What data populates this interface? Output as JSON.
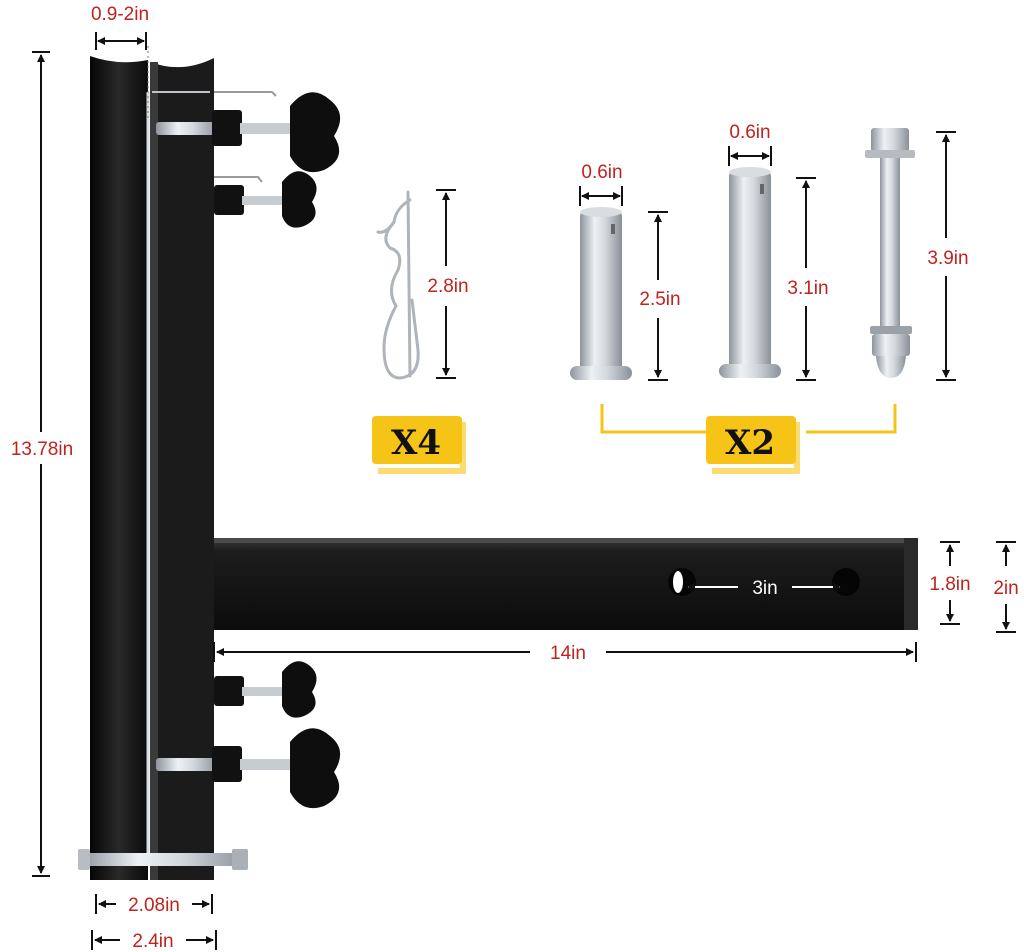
{
  "colors": {
    "dimension_text": "#c0231e",
    "accent_yellow": "#f6c416",
    "frame_black": "#141414",
    "steel": "#c9ced4"
  },
  "dimensions": {
    "clamp_width": "0.9-2in",
    "total_height": "13.78in",
    "pin_length": "2.8in",
    "pin1_diameter": "0.6in",
    "pin1_length": "2.5in",
    "pin2_diameter": "0.6in",
    "pin2_length": "3.1in",
    "bolt_length": "3.9in",
    "hole_spacing": "3in",
    "tube_inner": "1.8in",
    "tube_outer": "2in",
    "arm_length": "14in",
    "channel_inner": "2.08in",
    "channel_outer": "2.4in"
  },
  "badges": {
    "clip_quantity": "X4",
    "pin_bolt_quantity": "X2"
  }
}
